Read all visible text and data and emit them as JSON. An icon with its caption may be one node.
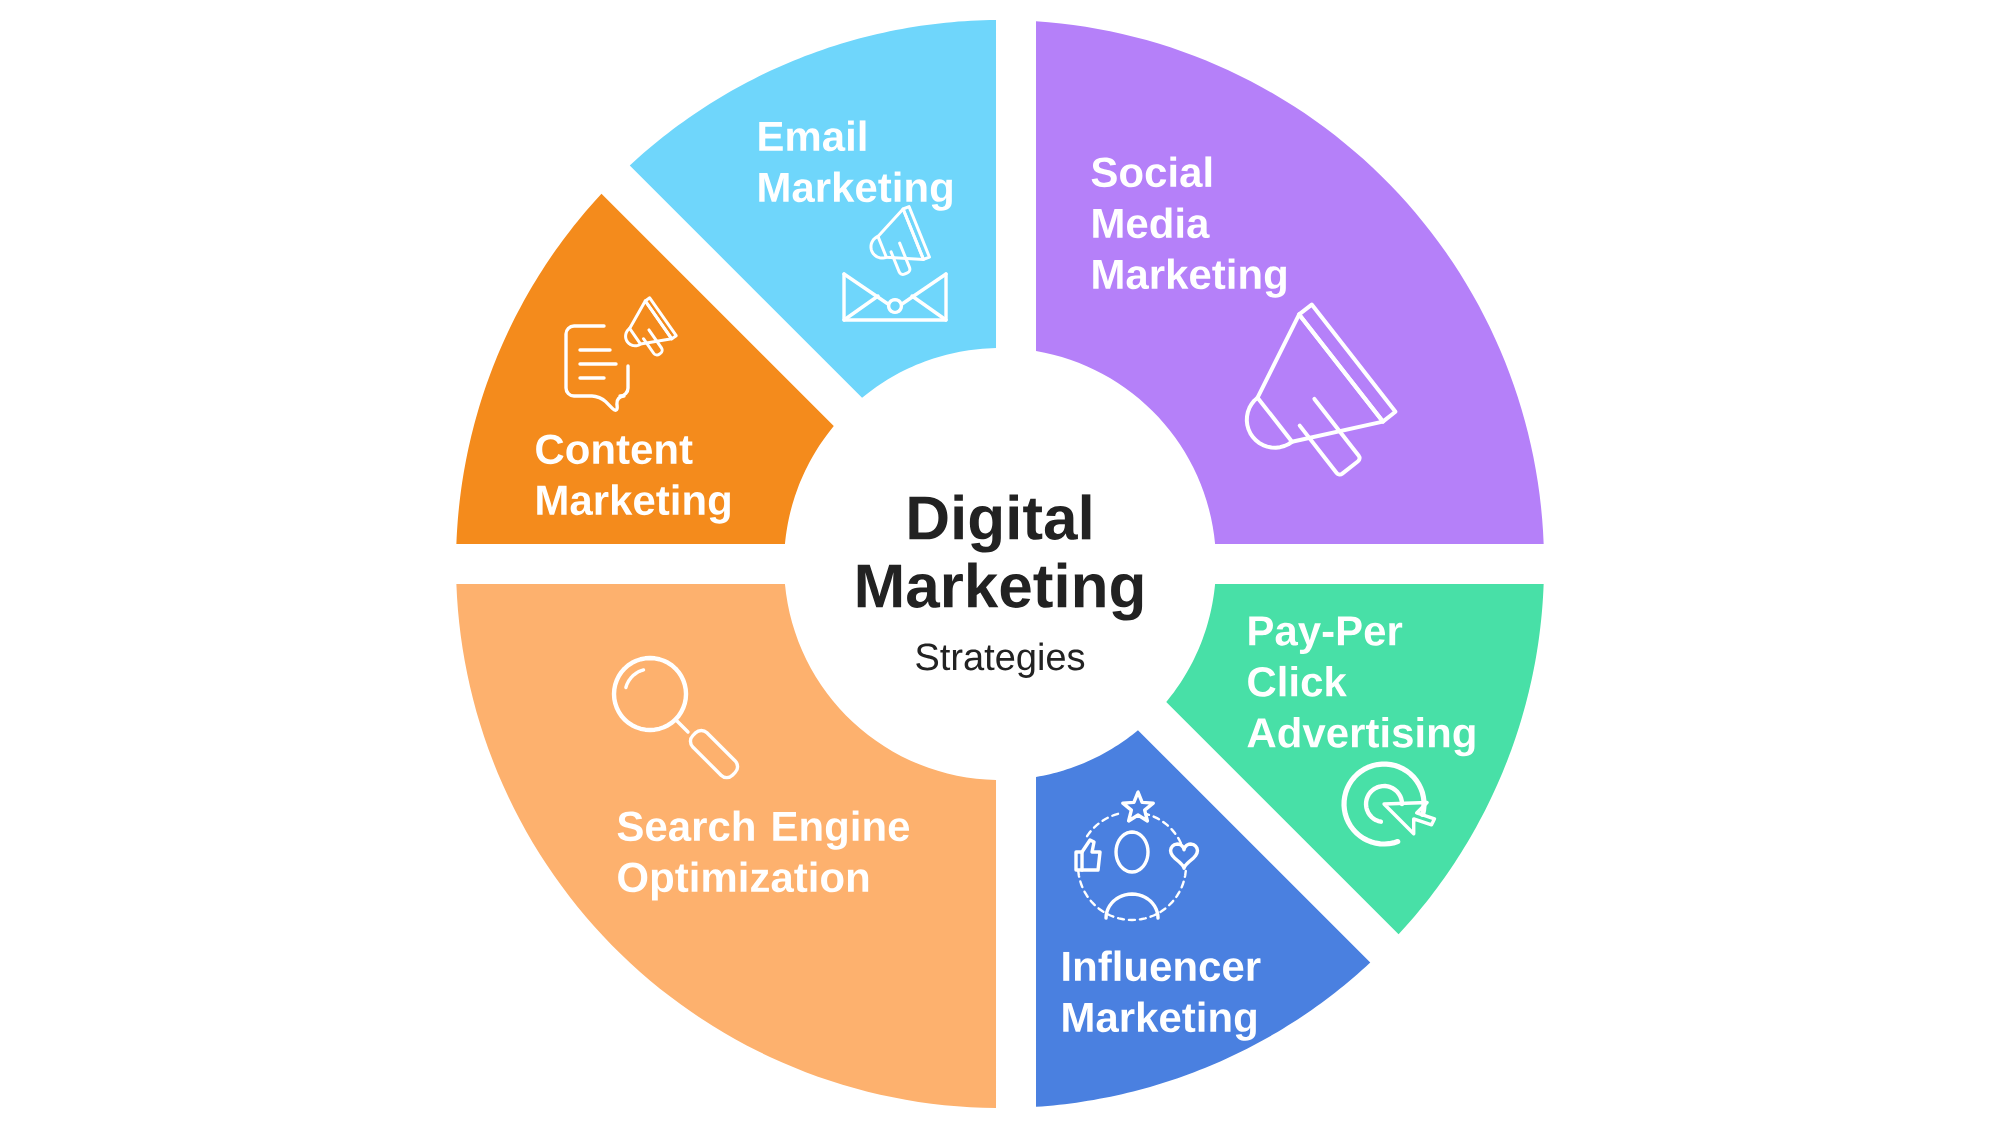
{
  "diagram": {
    "nodes": [
      {
        "text": [
          "Digital Marketing",
          "Strategies"
        ]
      },
      {
        "text": [
          "Email Marketing"
        ]
      },
      {
        "text": [
          "Social Media Marketing"
        ]
      },
      {
        "text": [
          "Pay-Per Click Advertising"
        ]
      },
      {
        "text": [
          "Influencer Marketing"
        ]
      },
      {
        "text": [
          "Search Engine Optimization"
        ]
      },
      {
        "text": [
          "Content Marketing"
        ]
      }
    ]
  }
}
